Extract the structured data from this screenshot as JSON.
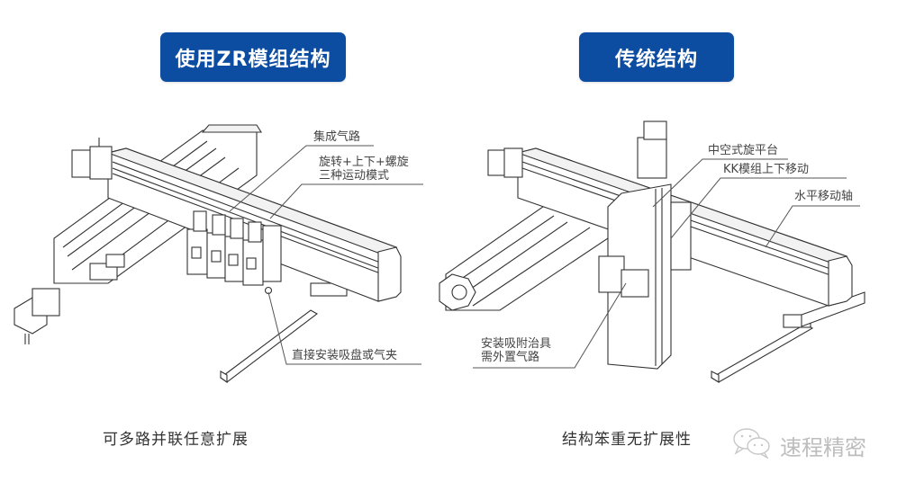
{
  "left": {
    "title": "使用ZR模组结构",
    "callouts": [
      {
        "id": "integrated-air",
        "text": "集成气路"
      },
      {
        "id": "three-modes",
        "lines": [
          "旋转+上下+螺旋",
          "三种运动模式"
        ]
      },
      {
        "id": "direct-mount",
        "text": "直接安装吸盘或气夹"
      }
    ],
    "caption": "可多路并联任意扩展"
  },
  "right": {
    "title": "传统结构",
    "callouts": [
      {
        "id": "hollow-rotary",
        "text": "中空式旋平台"
      },
      {
        "id": "kk-module",
        "text": "KK模组上下移动"
      },
      {
        "id": "horizontal-axis",
        "text": "水平移动轴"
      },
      {
        "id": "external-air",
        "lines": [
          "安装吸附治具",
          "需外置气路"
        ]
      }
    ],
    "caption": "结构笨重无扩展性"
  },
  "watermark": {
    "icon": "wechat-icon",
    "text": "速程精密"
  },
  "colors": {
    "badge_bg": "#0c4da2",
    "badge_text": "#ffffff",
    "line_art": "#333333",
    "callout_text": "#444444",
    "watermark": "#bdbdbd"
  }
}
